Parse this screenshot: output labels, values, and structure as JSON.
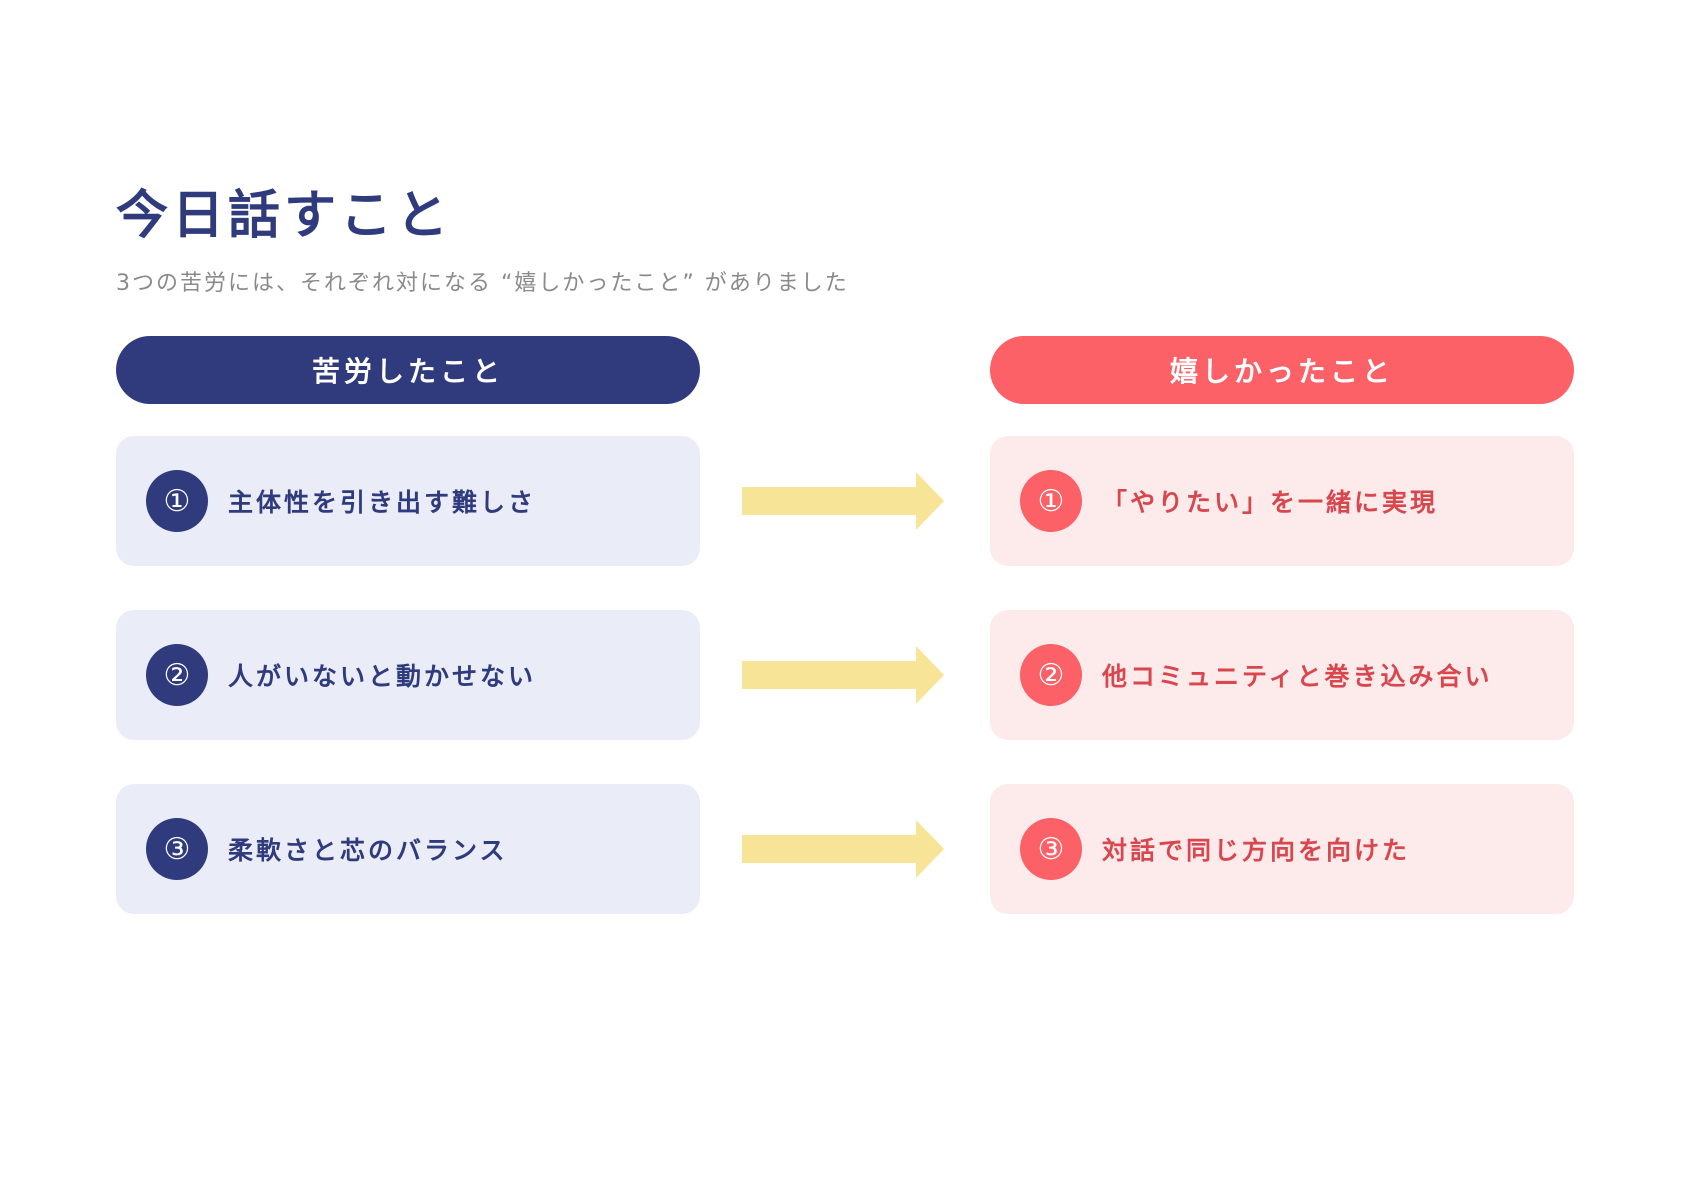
{
  "title": "今日話すこと",
  "subtitle": "3つの苦労には、それぞれ対になる “嬉しかったこと” がありました",
  "left_header": "苦労したこと",
  "right_header": "嬉しかったこと",
  "colors": {
    "navy": "#303b7d",
    "coral": "#fb6166",
    "navy_card_bg": "#eaecf7",
    "coral_card_bg": "#fdeaea",
    "coral_text": "#d9474e",
    "arrow": "#f8e496",
    "subtitle_gray": "#8a8a8a"
  },
  "rows": [
    {
      "left": {
        "num": "①",
        "text": "主体性を引き出す難しさ"
      },
      "right": {
        "num": "①",
        "text": "「やりたい」を一緒に実現"
      },
      "arrow_icon": "right-arrow-icon"
    },
    {
      "left": {
        "num": "②",
        "text": "人がいないと動かせない"
      },
      "right": {
        "num": "②",
        "text": "他コミュニティと巻き込み合い"
      },
      "arrow_icon": "right-arrow-icon"
    },
    {
      "left": {
        "num": "③",
        "text": "柔軟さと芯のバランス"
      },
      "right": {
        "num": "③",
        "text": "対話で同じ方向を向けた"
      },
      "arrow_icon": "right-arrow-icon"
    }
  ]
}
